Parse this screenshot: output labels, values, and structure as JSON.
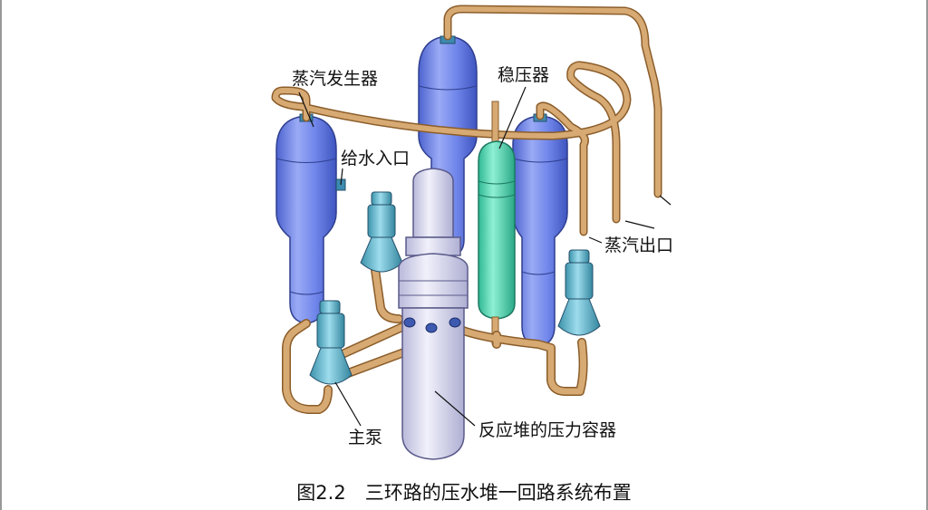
{
  "labels": {
    "steam_generator": "蒸汽发生器",
    "pressurizer": "稳压器",
    "feedwater_inlet": "给水入口",
    "steam_outlet": "蒸汽出口",
    "main_pump": "主泵",
    "reactor_vessel": "反应堆的压力容器"
  },
  "caption": "图2.2　三环路的压水堆一回路系统布置",
  "colors": {
    "steam_generator_blue": "#6f86ea",
    "pressurizer_green": "#4fd6b3",
    "pump_teal": "#5cb3c9",
    "pipe_tan": "#d7aa74",
    "vessel_lavender": "#d9d9f2"
  }
}
